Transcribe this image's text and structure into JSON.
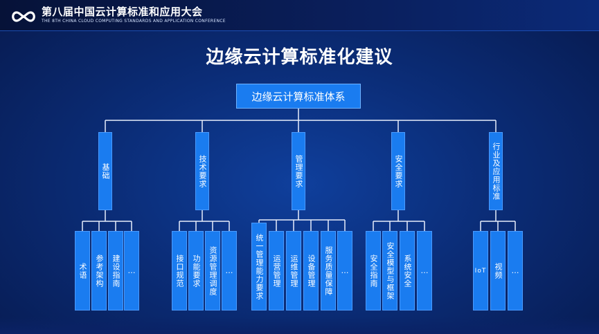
{
  "header": {
    "conference_title": "第八届中国云计算标准和应用大会",
    "conference_subtitle": "THE 8TH CHINA CLOUD COMPUTING STANDARDS AND APPLICATION CONFERENCE"
  },
  "slide": {
    "title": "边缘云计算标准化建议",
    "root": "边缘云计算标准体系",
    "categories": [
      {
        "label": "基础",
        "children": [
          "术语",
          "参考架构",
          "建设指南",
          "…"
        ]
      },
      {
        "label": "技术要求",
        "children": [
          "接口规范",
          "功能要求",
          "资源管理调度",
          "…"
        ]
      },
      {
        "label": "管理要求",
        "children": [
          "统一管理能力要求",
          "运营管理",
          "运维管理",
          "设备管理",
          "服务质量保障",
          "…"
        ]
      },
      {
        "label": "安全要求",
        "children": [
          "安全指南",
          "安全模型与框架",
          "系统安全",
          "…"
        ]
      },
      {
        "label": "行业及应用标准",
        "children": [
          "IoT",
          "视频",
          "…"
        ]
      }
    ]
  },
  "colors": {
    "box_fill": "#1a7cf0",
    "line": "#e8eefc",
    "background": "#0b2d78"
  }
}
